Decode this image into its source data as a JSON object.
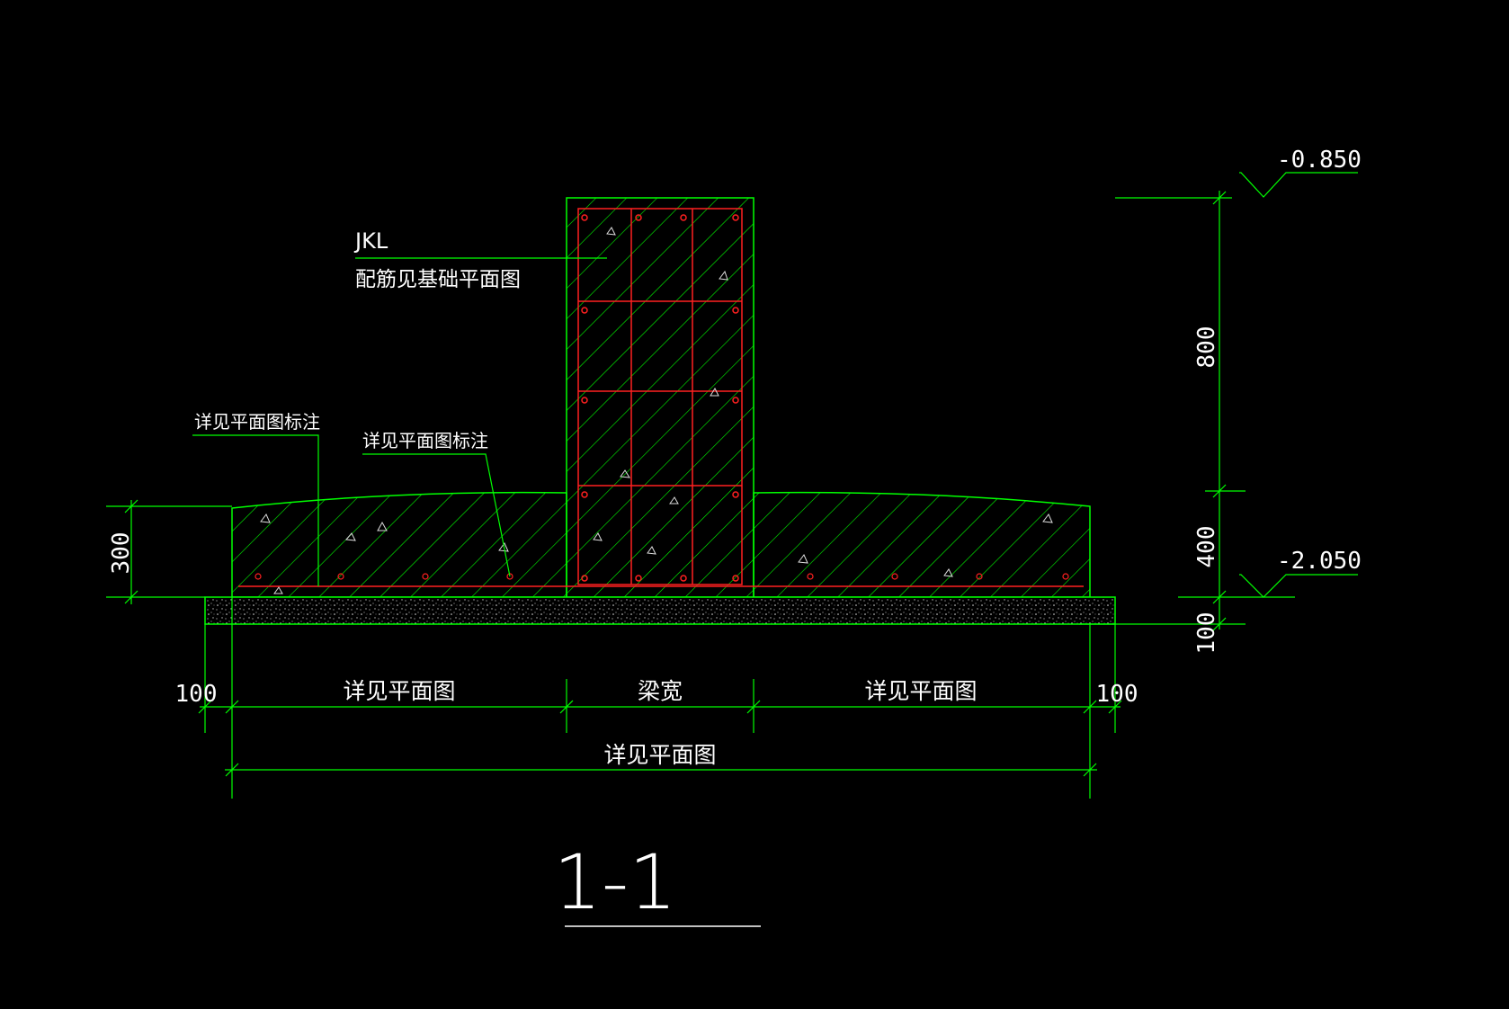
{
  "colors": {
    "background": "#000000",
    "outline": "#00ff00",
    "rebar": "#ff2020",
    "text": "#ffffff"
  },
  "beam": {
    "name": "JKL",
    "note": "配筋见基础平面图"
  },
  "leaders": {
    "left": "详见平面图标注",
    "middle": "详见平面图标注"
  },
  "elevations": {
    "top": "-0.850",
    "bottom": "-2.050"
  },
  "dimensions": {
    "beam_height": "800",
    "slab_depth": "400",
    "pad_depth": "100",
    "edge_thickness": "300",
    "left_offset": "100",
    "right_offset": "100",
    "left_width": "详见平面图",
    "beam_width": "梁宽",
    "right_width": "详见平面图",
    "total_width": "详见平面图"
  },
  "section": {
    "label": "1-1"
  }
}
